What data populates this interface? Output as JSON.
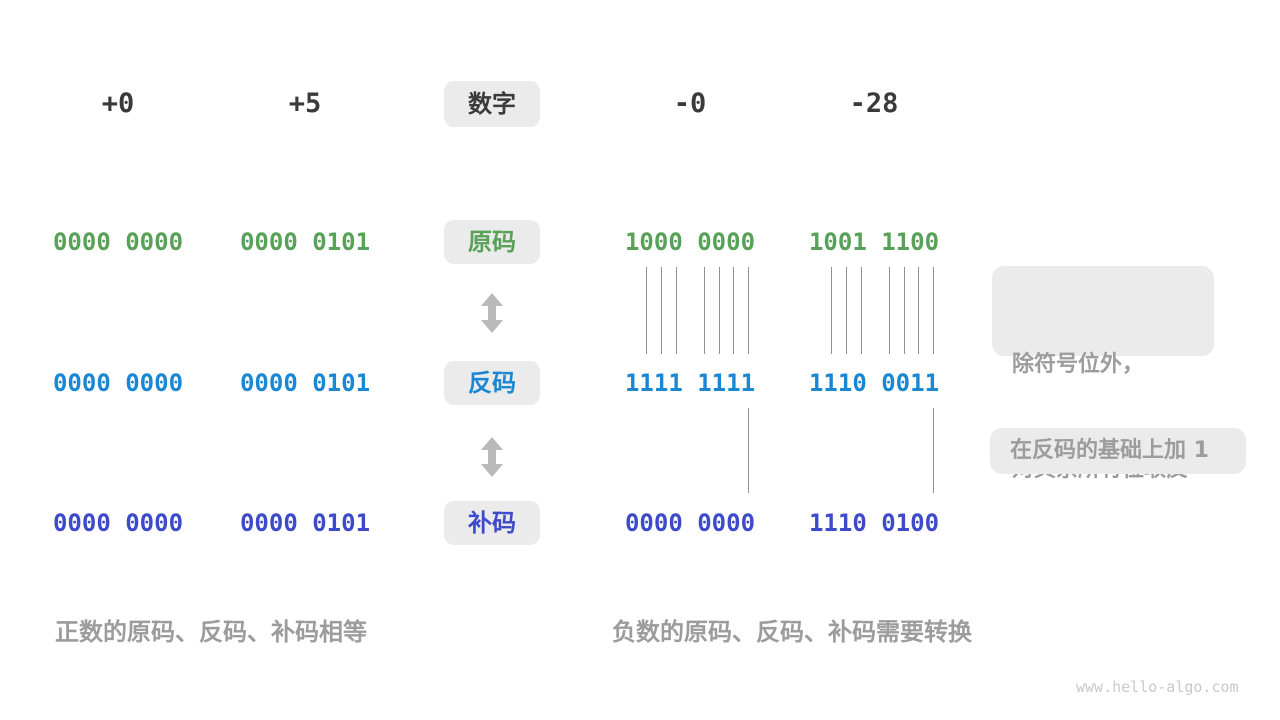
{
  "colors": {
    "green": "#58a158",
    "blue": "#1a87d3",
    "indigo": "#3d4bc8",
    "dark": "#3a3a3a",
    "gray": "#9c9c9c",
    "box-bg": "#ebebeb",
    "line": "#8f8f8f",
    "arrow": "#b9b9b9",
    "watermark": "#c9c9c9"
  },
  "header": {
    "positive_zero": "+0",
    "positive_five": "+5",
    "label": "数字",
    "negative_zero": "-0",
    "negative_twenty_eight": "-28"
  },
  "rows": [
    {
      "label": "原码",
      "values": [
        "0000 0000",
        "0000 0101",
        "1000 0000",
        "1001 1100"
      ]
    },
    {
      "label": "反码",
      "values": [
        "0000 0000",
        "0000 0101",
        "1111 1111",
        "1110 0011"
      ]
    },
    {
      "label": "补码",
      "values": [
        "0000 0000",
        "0000 0101",
        "0000 0000",
        "1110 0100"
      ]
    }
  ],
  "notes": {
    "invert_line1": "除符号位外，",
    "invert_line2": "对其余所有位取反",
    "add_one": "在反码的基础上加 1"
  },
  "captions": {
    "positive": "正数的原码、反码、补码相等",
    "negative": "负数的原码、反码、补码需要转换"
  },
  "watermark": "www.hello-algo.com"
}
